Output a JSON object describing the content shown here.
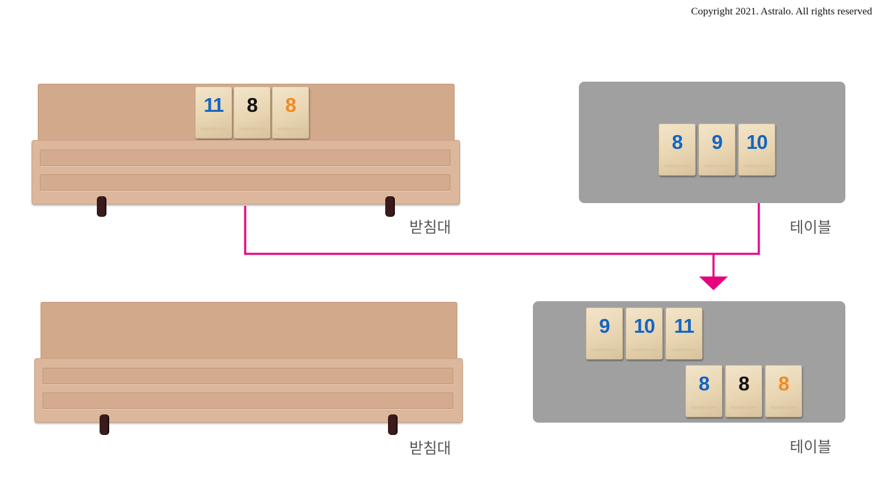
{
  "copyright": "Copyright 2021. Astralo. All rights reserved",
  "colors": {
    "blue": "#1565c0",
    "black": "#111111",
    "orange": "#f08a24",
    "arrow": "#e6007e"
  },
  "top_rack": {
    "label": "받침대",
    "tiles": [
      {
        "value": "11",
        "color": "blue"
      },
      {
        "value": "8",
        "color": "black"
      },
      {
        "value": "8",
        "color": "orange"
      }
    ]
  },
  "top_table": {
    "label": "테이블",
    "tiles": [
      {
        "value": "8",
        "color": "blue"
      },
      {
        "value": "9",
        "color": "blue"
      },
      {
        "value": "10",
        "color": "blue"
      }
    ]
  },
  "bottom_rack": {
    "label": "받침대",
    "tiles": []
  },
  "bottom_table": {
    "label": "테이블",
    "run_tiles": [
      {
        "value": "9",
        "color": "blue"
      },
      {
        "value": "10",
        "color": "blue"
      },
      {
        "value": "11",
        "color": "blue"
      }
    ],
    "group_tiles": [
      {
        "value": "8",
        "color": "blue"
      },
      {
        "value": "8",
        "color": "black"
      },
      {
        "value": "8",
        "color": "orange"
      }
    ]
  }
}
